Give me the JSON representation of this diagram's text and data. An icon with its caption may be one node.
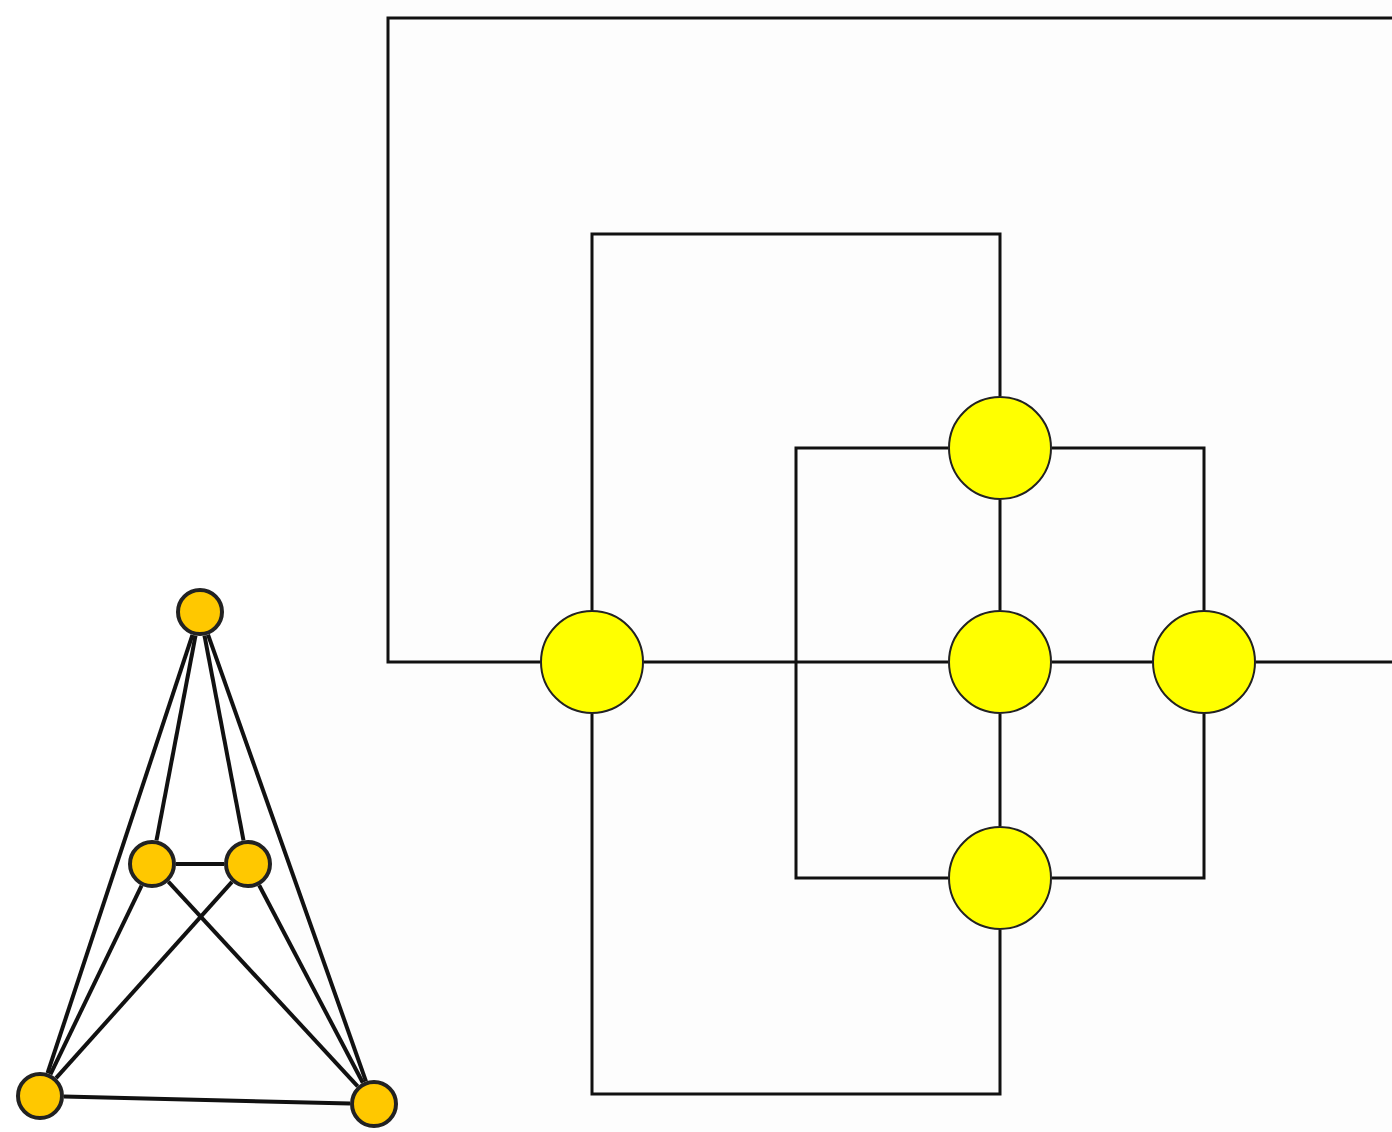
{
  "diagram": {
    "nodes": [
      {
        "text": [],
        "shape": "circle"
      },
      {
        "text": [],
        "shape": "circle"
      },
      {
        "text": [],
        "shape": "circle"
      },
      {
        "text": [],
        "shape": "circle"
      },
      {
        "text": [],
        "shape": "circle"
      },
      {
        "text": [],
        "shape": "circle"
      },
      {
        "text": [],
        "shape": "circle"
      },
      {
        "text": [],
        "shape": "circle"
      },
      {
        "text": [],
        "shape": "circle"
      },
      {
        "text": [],
        "shape": "circle"
      }
    ],
    "edges": [
      {
        "from": 0,
        "to": 1,
        "arrow": "none"
      },
      {
        "from": 0,
        "to": 2,
        "arrow": "none"
      },
      {
        "from": 0,
        "to": 3,
        "arrow": "none"
      },
      {
        "from": 0,
        "to": 4,
        "arrow": "none"
      },
      {
        "from": 1,
        "to": 2,
        "arrow": "none"
      },
      {
        "from": 1,
        "to": 3,
        "arrow": "none"
      },
      {
        "from": 1,
        "to": 4,
        "arrow": "none"
      },
      {
        "from": 2,
        "to": 3,
        "arrow": "none"
      },
      {
        "from": 2,
        "to": 4,
        "arrow": "none"
      },
      {
        "from": 3,
        "to": 4,
        "arrow": "none"
      },
      {
        "from": 5,
        "to": 6,
        "arrow": "none"
      },
      {
        "from": 5,
        "to": 7,
        "arrow": "none"
      },
      {
        "from": 5,
        "to": 8,
        "arrow": "none"
      },
      {
        "from": 5,
        "to": 9,
        "arrow": "none"
      },
      {
        "from": 6,
        "to": 7,
        "arrow": "none"
      },
      {
        "from": 6,
        "to": 8,
        "arrow": "none"
      },
      {
        "from": 6,
        "to": 9,
        "arrow": "none"
      },
      {
        "from": 7,
        "to": 8,
        "arrow": "none"
      },
      {
        "from": 7,
        "to": 9,
        "arrow": "none"
      },
      {
        "from": 8,
        "to": 9,
        "arrow": "none"
      }
    ]
  }
}
